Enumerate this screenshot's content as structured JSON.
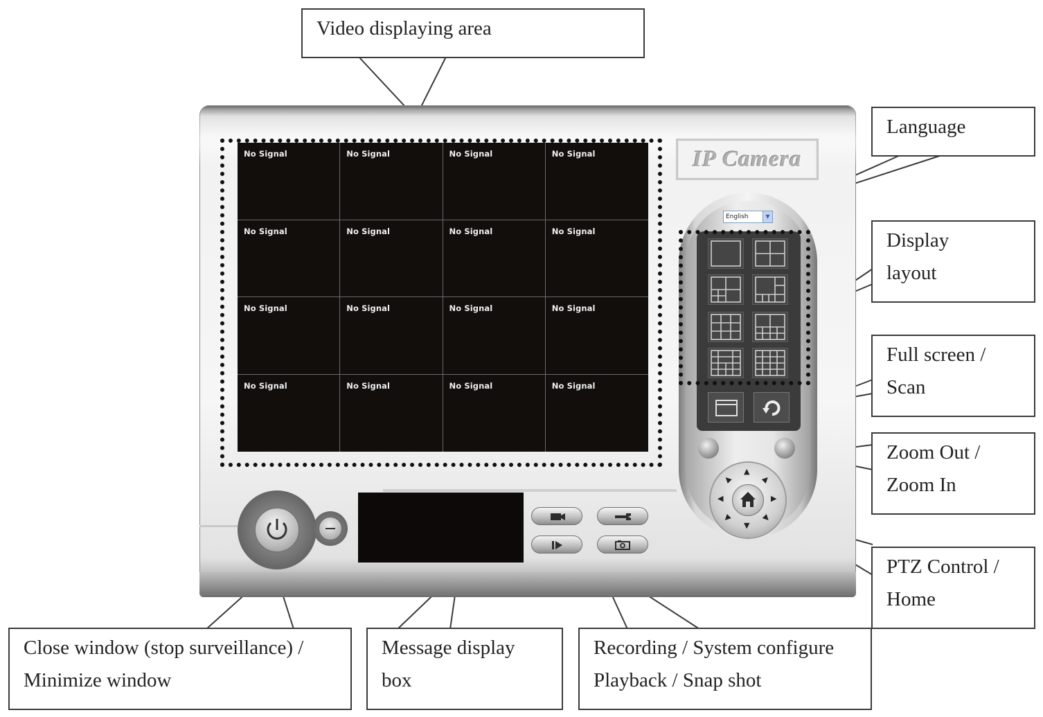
{
  "callouts": {
    "video_area": "Video displaying area",
    "language": "Language",
    "display_layout": [
      "Display",
      "layout"
    ],
    "fullscreen_scan": [
      "Full screen /",
      "Scan"
    ],
    "zoom": [
      "Zoom Out /",
      "Zoom In"
    ],
    "ptz": [
      "PTZ Control /",
      "Home"
    ],
    "close_min": [
      "Close window (stop surveillance) /",
      "Minimize window"
    ],
    "message": [
      "Message display",
      "box"
    ],
    "record_config": [
      "Recording / System configure",
      "Playback / Snap shot"
    ]
  },
  "app": {
    "brand": "IP Camera",
    "language_selected": "English",
    "channel_status": "No Signal",
    "channel_count": 16
  },
  "icons": {
    "power": "power-icon",
    "minimize": "minus-icon",
    "record": "camera-icon",
    "config": "wrench-icon",
    "playback": "play-icon",
    "snapshot": "snapshot-icon",
    "fullscreen": "window-icon",
    "scan": "rotate-icon",
    "home": "home-icon"
  },
  "colors": {
    "video_bg": "#110e0c",
    "callout_border": "#3a3a3a"
  }
}
